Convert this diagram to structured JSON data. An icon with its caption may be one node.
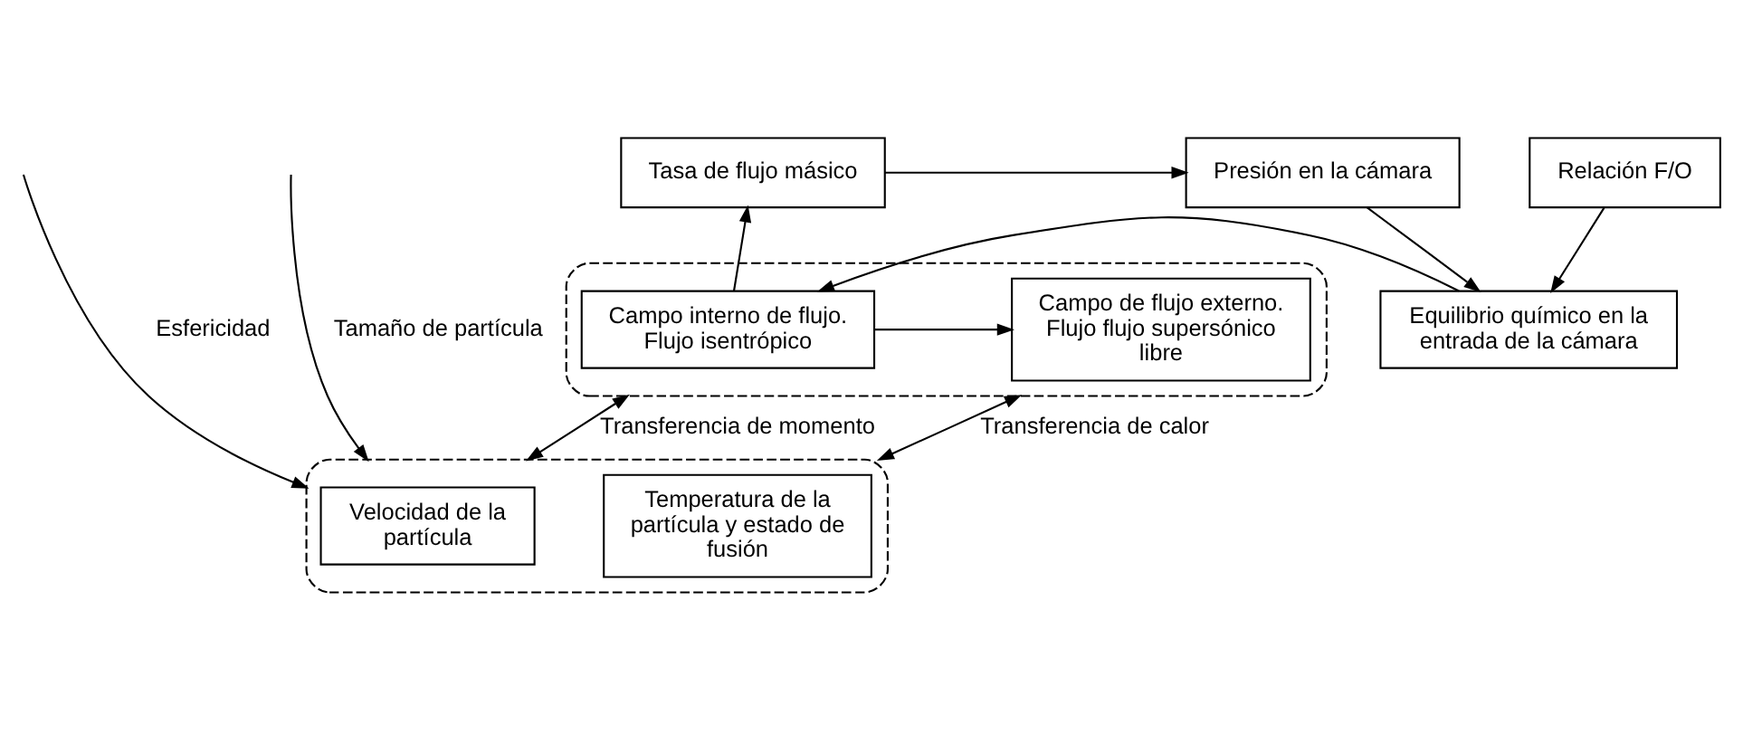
{
  "diagram": {
    "nodes": [
      {
        "text": [
          "Presión en la cámara"
        ]
      },
      {
        "text": [
          "Tasa de flujo másico"
        ]
      },
      {
        "text": [
          "Equilibrio químico en la entrada de la cámara"
        ]
      },
      {
        "text": [],
        "shape": "box"
      },
      {
        "text": [
          "Campo interno de flujo. Flujo isentrópico"
        ],
        "in": 3
      },
      {
        "text": [
          "Campo de flujo externo. Flujo flujo supersónico libre"
        ],
        "in": 3
      },
      {
        "text": [
          "Relación F/O"
        ]
      },
      {
        "text": [],
        "shape": "box"
      },
      {
        "text": [
          "Velocidad de la partícula"
        ],
        "in": 7
      },
      {
        "text": [
          "Temperatura de la partícula y estado de fusión"
        ],
        "in": 7
      }
    ],
    "edges": [
      {
        "from": 4,
        "to": 5,
        "arrow": "to"
      },
      {
        "from": 4,
        "to": 1,
        "arrow": "to"
      },
      {
        "from": 1,
        "to": 0,
        "arrow": "to"
      },
      {
        "from": 0,
        "to": 2,
        "arrow": "to"
      },
      {
        "from": 6,
        "to": 2,
        "arrow": "to"
      },
      {
        "from": 2,
        "to": 4,
        "arrow": "to"
      },
      {
        "from": 3,
        "to": 7,
        "arrow": "both",
        "label": "Transferencia de momento"
      },
      {
        "from": 3,
        "to": 7,
        "arrow": "both",
        "label": "Transferencia de calor"
      },
      {
        "from": null,
        "to": 7,
        "arrow": "to",
        "label": "Esfericidad"
      },
      {
        "from": null,
        "to": 7,
        "arrow": "to",
        "label": "Tamaño de partícula"
      }
    ]
  }
}
